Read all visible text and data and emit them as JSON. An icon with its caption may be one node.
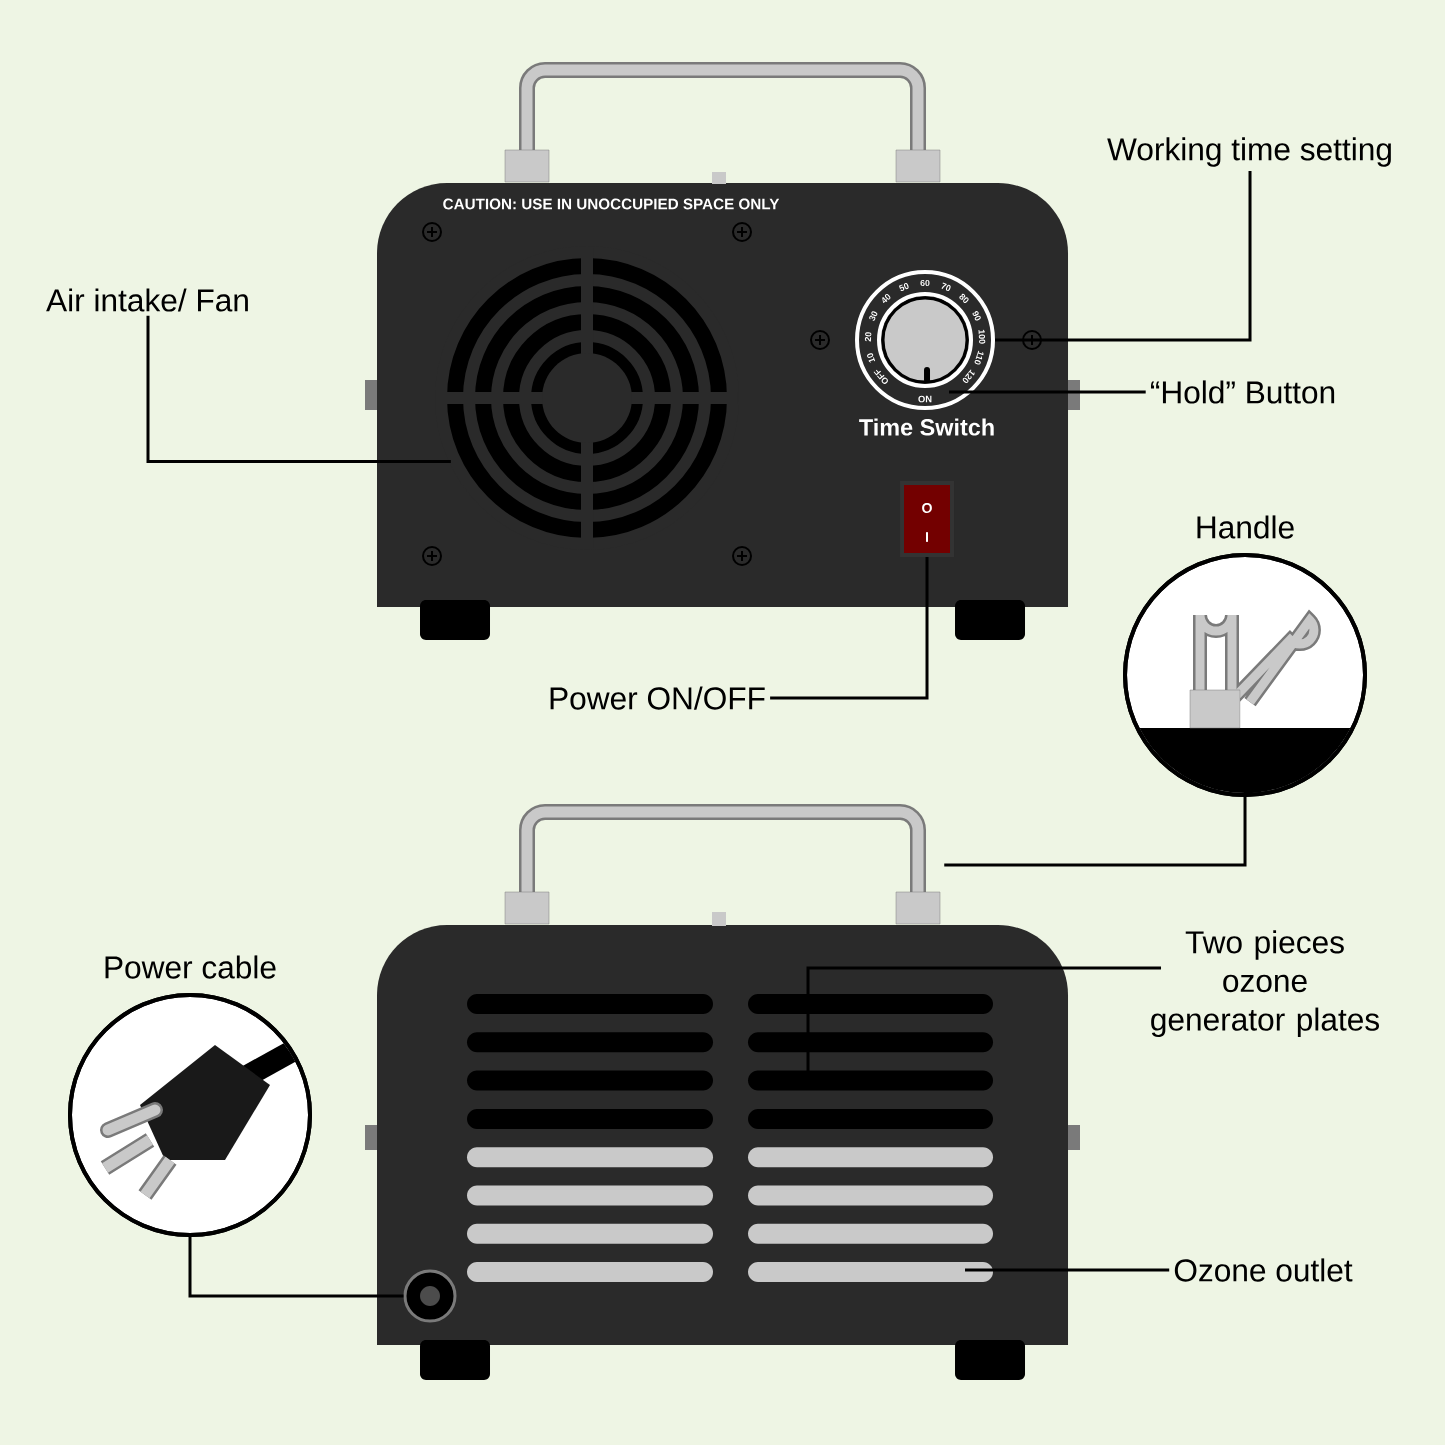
{
  "diagram": {
    "nodes": [
      {
        "text": [
          "Working time setting"
        ]
      },
      {
        "text": [],
        "shape": "circle"
      },
      {
        "text": [
          "“Hold” Button"
        ]
      },
      {
        "text": [
          "Air intake/ Fan"
        ]
      },
      {
        "text": [],
        "shape": "circle"
      },
      {
        "text": [
          "Power ON/OFF"
        ]
      },
      {
        "text": [],
        "shape": "box"
      },
      {
        "text": [
          "Handle"
        ]
      },
      {
        "text": [],
        "shape": "picture"
      },
      {
        "text": [
          "Two pieces ozone generator plates"
        ]
      },
      {
        "text": [
          "Ozone outlet"
        ]
      },
      {
        "text": [
          "Power cable"
        ]
      },
      {
        "text": [],
        "shape": "circle"
      }
    ],
    "edges": [
      {
        "from": 0,
        "to": 1,
        "arrow": "none"
      },
      {
        "from": 2,
        "to": 1,
        "arrow": "none"
      },
      {
        "from": 3,
        "to": 4,
        "arrow": "none"
      },
      {
        "from": 5,
        "to": 6,
        "arrow": "none"
      },
      {
        "from": 7,
        "to": 8,
        "arrow": "none"
      },
      {
        "from": 9,
        "to": null,
        "arrow": "none"
      },
      {
        "from": 10,
        "to": null,
        "arrow": "none"
      },
      {
        "from": 11,
        "to": 12,
        "arrow": "none"
      }
    ],
    "labels": [
      "CAUTION: USE IN UNOCCUPIED SPACE ONLY",
      "OFF",
      "10",
      "20",
      "30",
      "40",
      "50",
      "60",
      "70",
      "80",
      "90",
      "100",
      "110",
      "120",
      "ON",
      "Time Switch",
      "O",
      "I"
    ]
  }
}
